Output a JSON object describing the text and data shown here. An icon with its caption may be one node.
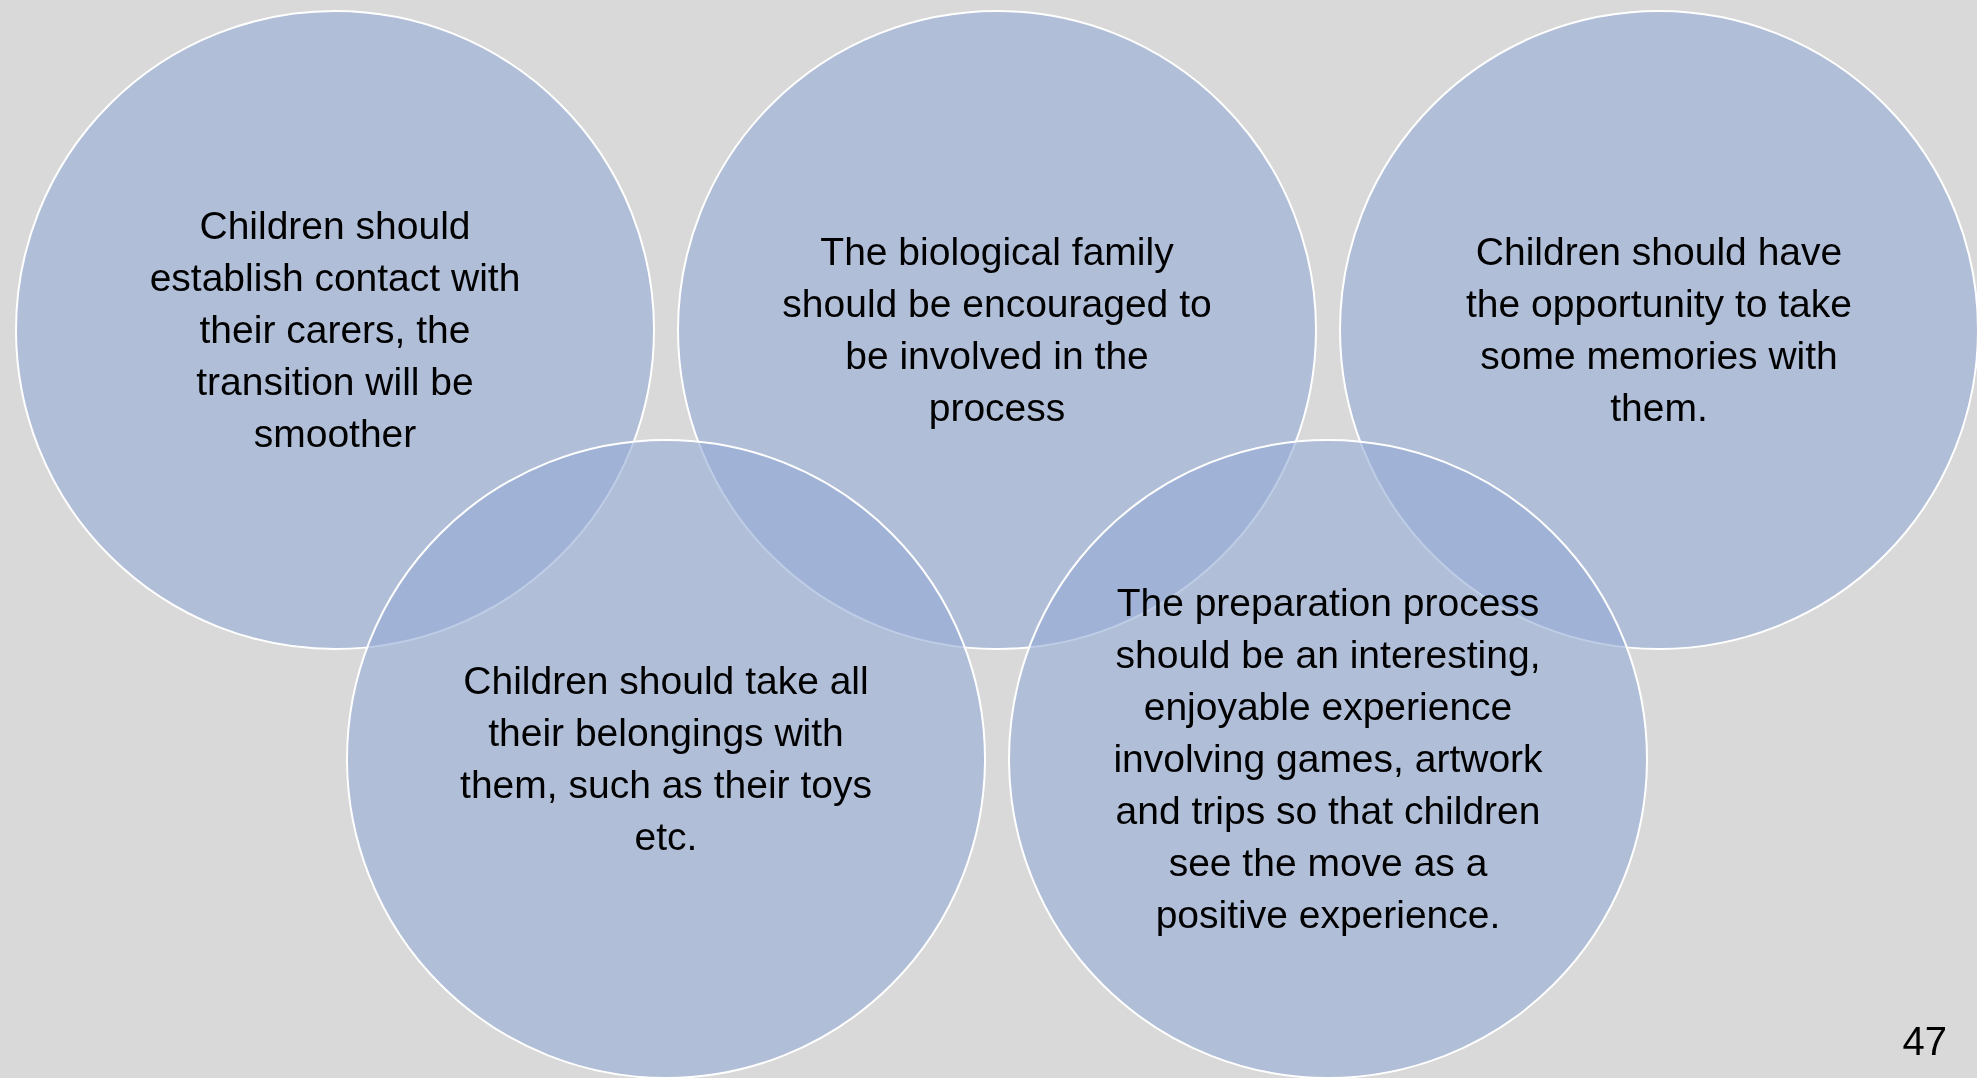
{
  "diagram": {
    "nodes": [
      {
        "text": [
          "Children should establish contact with their carers, the transition will be smoother"
        ]
      },
      {
        "text": [
          "The biological family should be encouraged to be involved in the process"
        ]
      },
      {
        "text": [
          "Children should have the opportunity to take some memories with them."
        ]
      },
      {
        "text": [
          "Children should take all their belongings with them, such as their toys etc."
        ]
      },
      {
        "text": [
          "The preparation process should be an interesting, enjoyable experience involving games, artwork and trips so that children see the move as a positive experience."
        ]
      }
    ],
    "labels": [
      "47"
    ]
  }
}
